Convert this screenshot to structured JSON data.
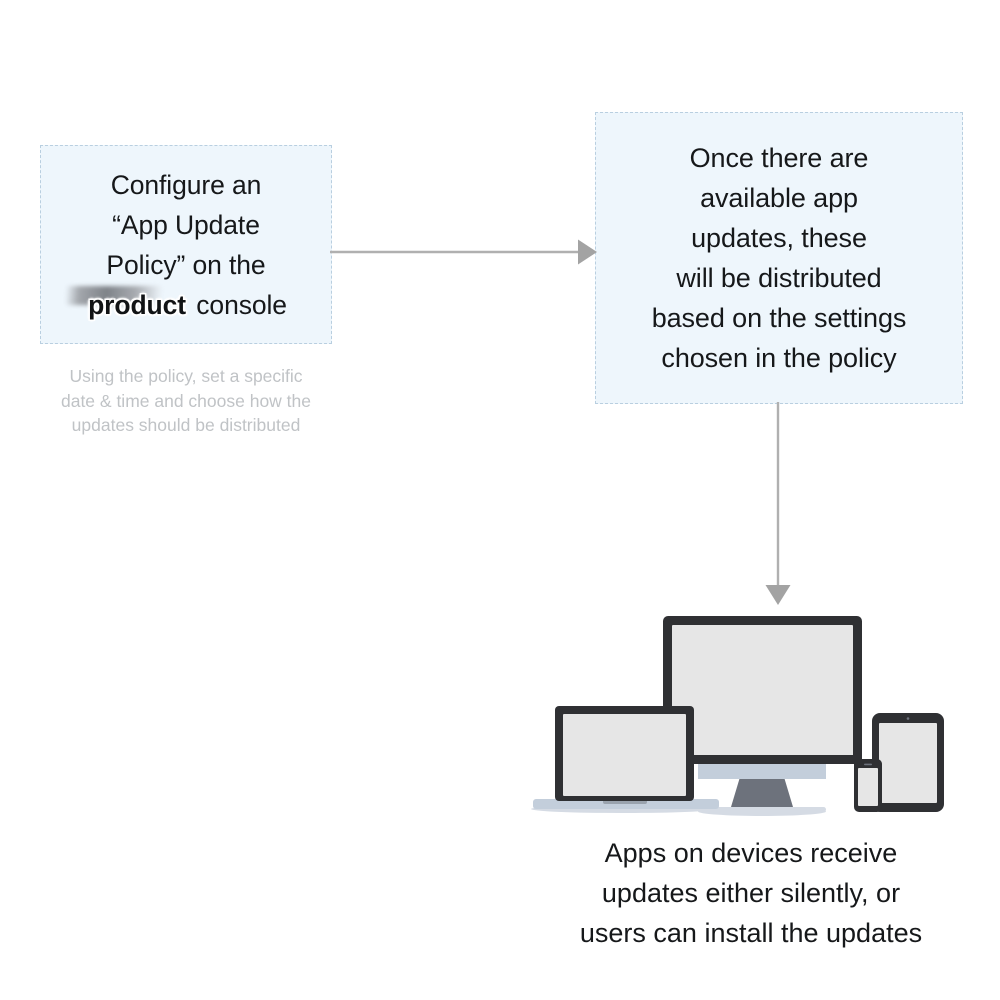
{
  "diagram": {
    "title": "App Update Policy distribution flow",
    "colors": {
      "box_fill": "#eef6fc",
      "box_border": "#b9cfe0",
      "text": "#16181a",
      "muted_text": "#c0c3c6",
      "connector": "#b0b0b0",
      "device_outline": "#2f3033",
      "device_screen": "#e6e6e6",
      "device_accent": "#c3cedb",
      "device_stand": "#6d727c"
    },
    "steps": [
      {
        "id": "policy",
        "text": "Configure an\n“App Update\nPolicy” on the\n",
        "redacted_word": "product",
        "text_after_redaction": " console",
        "caption": "Using the policy, set a specific\ndate & time and choose how the\nupdates should be distributed"
      },
      {
        "id": "distribute",
        "text": "Once there are\navailable app\nupdates, these\nwill be distributed\nbased on the settings\nchosen in the policy"
      },
      {
        "id": "devices",
        "caption": "Apps on devices receive\nupdates either silently, or\nusers can install the updates",
        "device_names": [
          "desktop-monitor",
          "laptop",
          "tablet",
          "smartphone"
        ]
      }
    ],
    "connectors": [
      {
        "id": "policy-to-distribute",
        "direction": "right"
      },
      {
        "id": "distribute-to-devices",
        "direction": "down"
      }
    ]
  }
}
